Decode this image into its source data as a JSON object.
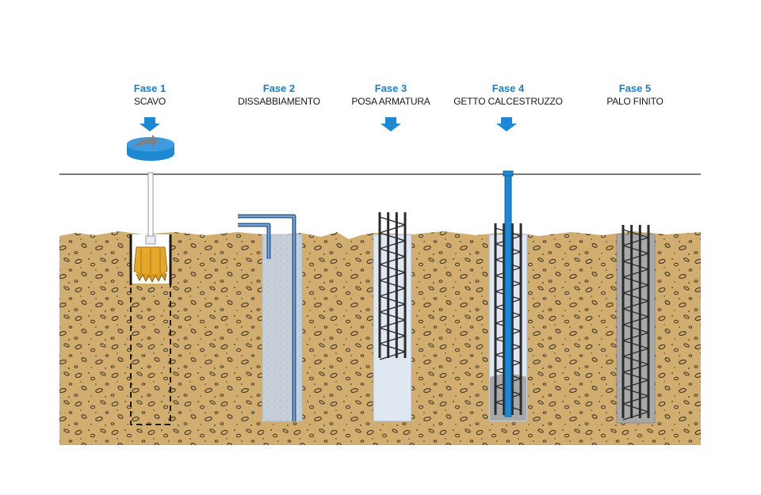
{
  "colors": {
    "title_blue": "#1a7fc3",
    "arrow_blue": "#1e88d2",
    "soil": "#d1ad6f",
    "soil_stone": "#3c3224",
    "bentonite": "#c7cfd9",
    "pipe": "#2f5f9a",
    "concrete": "#a8a8a8",
    "rebar": "#2b2b2b",
    "bucket": "#e6a82b"
  },
  "phases": [
    {
      "label": "Fase 1",
      "name": "SCAVO",
      "icon": "rotating-drill-arrow-icon"
    },
    {
      "label": "Fase 2",
      "name": "DISSABBIAMENTO",
      "icon": ""
    },
    {
      "label": "Fase 3",
      "name": "POSA ARMATURA",
      "icon": "down-arrow-icon"
    },
    {
      "label": "Fase 4",
      "name": "GETTO CALCESTRUZZO",
      "icon": "down-arrow-icon"
    },
    {
      "label": "Fase 5",
      "name": "PALO FINITO",
      "icon": ""
    }
  ]
}
